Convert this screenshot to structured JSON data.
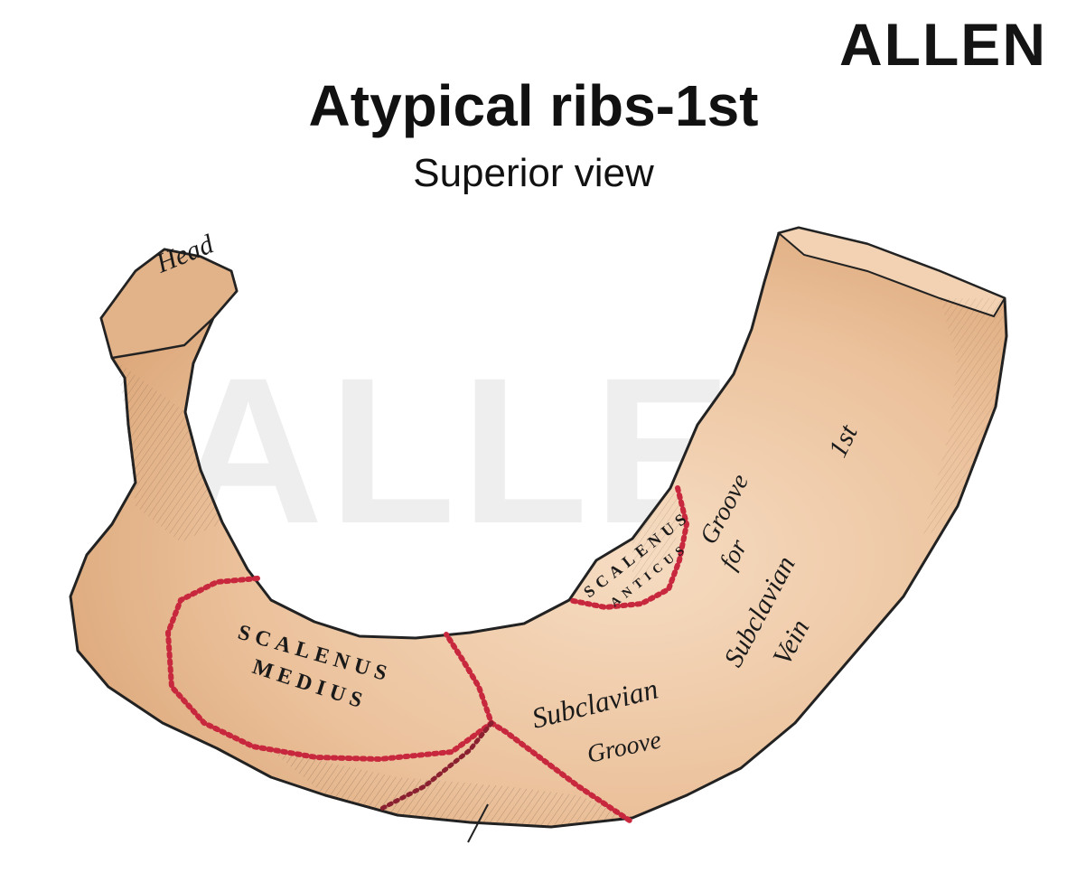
{
  "logo": "ALLEN",
  "watermark": "ALLEN",
  "title": "Atypical ribs-1st",
  "subtitle": "Superior view",
  "colors": {
    "bone": "#e9bd94",
    "bone_light": "#f4d6b8",
    "bone_shadow": "#d49b6c",
    "outline": "#222222",
    "attachment": "#c8283e",
    "watermark": "#ececec"
  },
  "labels": {
    "head": "Head",
    "scalenus_medius_1": "SCALENUS",
    "scalenus_medius_2": "MEDIUS",
    "scalenus_anticus_1": "SCALENUS",
    "scalenus_anticus_2": "ANTICUS",
    "groove_for": "Groove",
    "for": "for",
    "subclavian": "Subclavian",
    "vein": "Vein",
    "subclavian_groove_1": "Subclavian",
    "subclavian_groove_2": "Groove",
    "first": "1st"
  }
}
